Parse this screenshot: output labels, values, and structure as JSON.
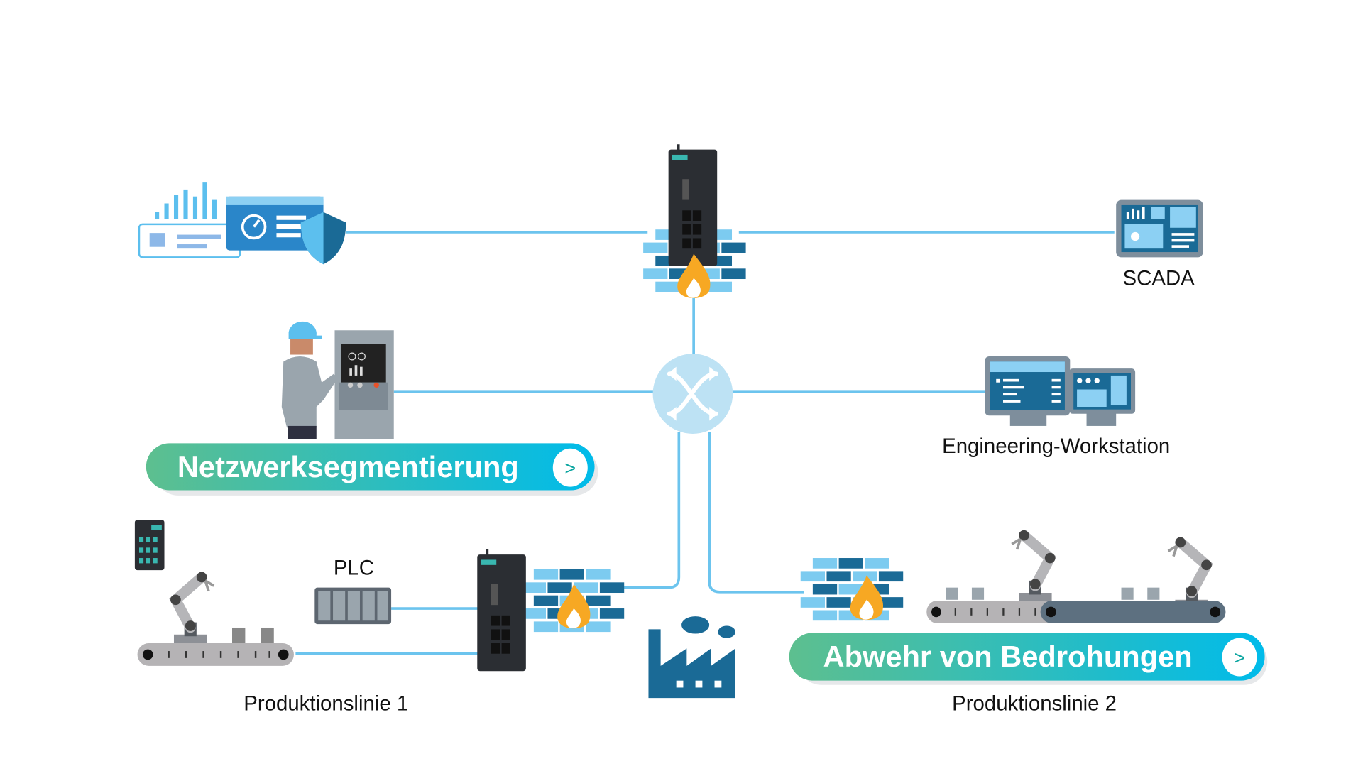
{
  "labels": {
    "scada": "SCADA",
    "engineering_workstation": "Engineering-Workstation",
    "plc": "PLC",
    "line1": "Produktionslinie 1",
    "line2": "Produktionslinie 2"
  },
  "buttons": {
    "segmentation": {
      "label": "Netzwerksegmentierung",
      "arrow": ">"
    },
    "threat_defense": {
      "label": "Abwehr von Bedrohungen",
      "arrow": ">"
    }
  },
  "icons": [
    "dashboard-shield-icon",
    "firewall-switch-icon",
    "scada-monitor-icon",
    "network-switch-icon",
    "operator-panel-icon",
    "workstation-icon",
    "robot-arm-icon",
    "conveyor-icon",
    "plc-icon",
    "factory-icon",
    "brick-wall-icon",
    "flame-icon"
  ],
  "colors": {
    "link": "#6cc4ee",
    "dark_blue": "#1a6a96",
    "light_blue": "#7ccbf0",
    "button_gradient_start": "#5dbf8f",
    "button_gradient_end": "#00bbea",
    "flame": "#f7a823"
  }
}
